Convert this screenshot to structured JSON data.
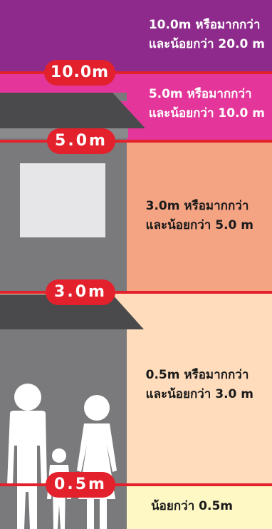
{
  "zones": [
    {
      "line1": "10.0m หรือมากกว่า",
      "line2": "และน้อยกว่า 20.0 m",
      "color": "#8e2a8b"
    },
    {
      "line1": "5.0m หรือมากกว่า",
      "line2": "และน้อยกว่า 10.0 m",
      "color": "#e4369a"
    },
    {
      "line1": "3.0m หรือมากกว่า",
      "line2": "และน้อยกว่า 5.0 m",
      "color": "#f4a383"
    },
    {
      "line1": "0.5m หรือมากกว่า",
      "line2": "และน้อยกว่า 3.0 m",
      "color": "#fedcbc"
    },
    {
      "line1": "น้อยกว่า 0.5m",
      "color": "#fef8c5"
    }
  ],
  "markers": [
    {
      "label": "10.0m"
    },
    {
      "label": "5.0m"
    },
    {
      "label": "3.0m"
    },
    {
      "label": "0.5m"
    }
  ],
  "colors": {
    "line": "#e3212c",
    "building": "#7a7a7c",
    "roof": "#4a4a4c",
    "window": "#e6e6e8",
    "people": "#ffffff"
  }
}
